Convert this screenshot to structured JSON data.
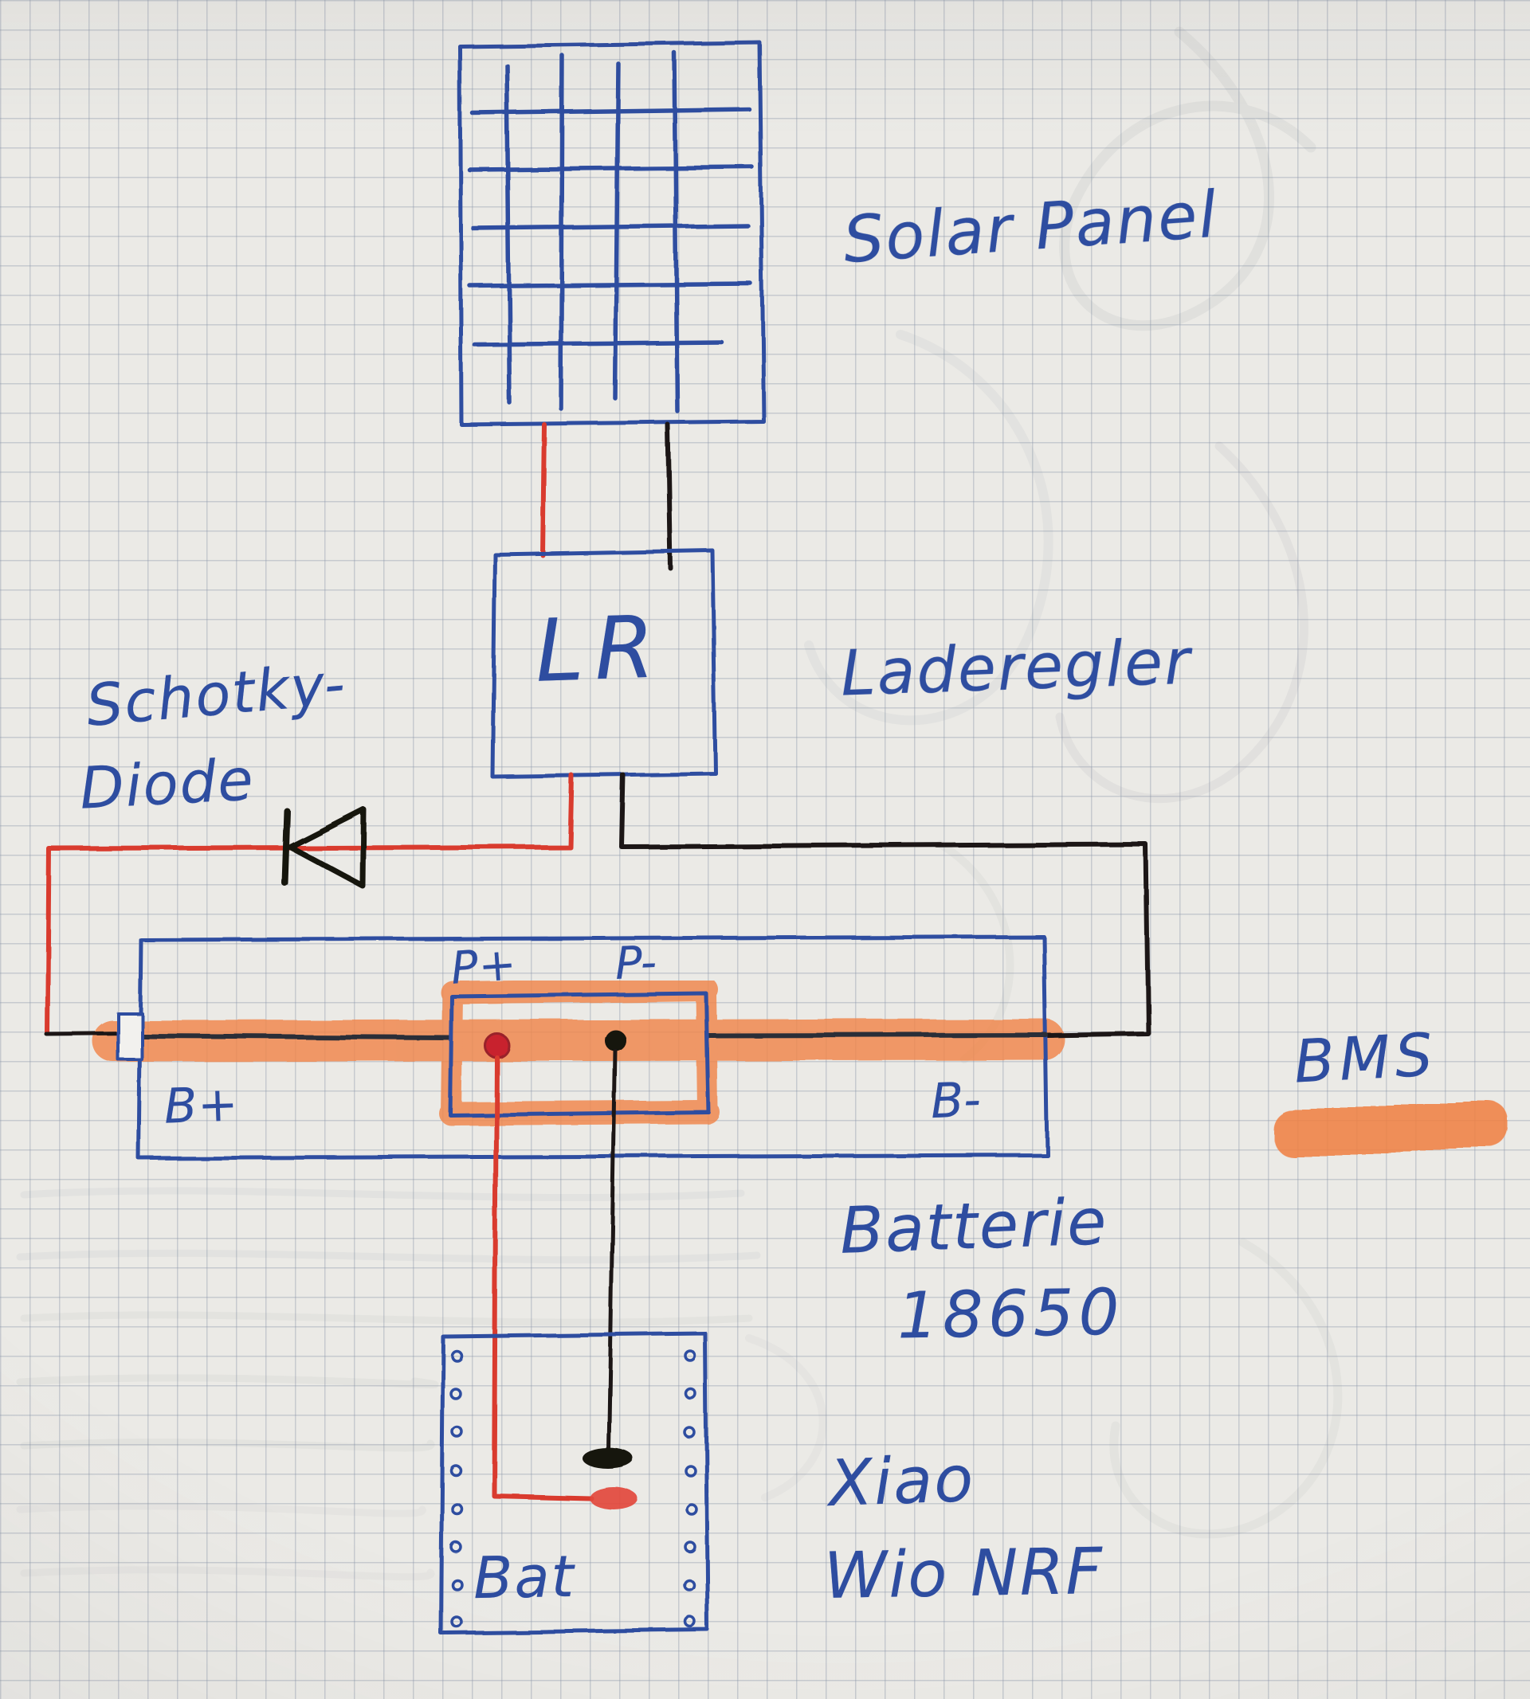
{
  "diagram": {
    "type": "hand-drawn solar charging circuit sketch on graph paper",
    "components": {
      "solar_panel": {
        "label": "Solar Panel"
      },
      "charge_regulator": {
        "box_label": "LR",
        "label": "Laderegler"
      },
      "schottky_diode": {
        "label_line1": "Schotky-",
        "label_line2": "Diode"
      },
      "bms": {
        "label": "BMS",
        "pads": {
          "p_plus": "P+",
          "p_minus": "P-",
          "b_plus": "B+",
          "b_minus": "B-"
        }
      },
      "battery": {
        "label_line1": "Batterie",
        "label_line2": "18650"
      },
      "mcu": {
        "pin_label": "Bat",
        "label_line1": "Xiao",
        "label_line2": "Wio NRF"
      }
    },
    "colors": {
      "ink_blue": "#2e4da0",
      "wire_red": "#d93a2f",
      "wire_black": "#1b1815",
      "highlighter_orange": "#f0854a",
      "paper": "#ebeae6",
      "grid_line": "#8a96a8"
    }
  }
}
